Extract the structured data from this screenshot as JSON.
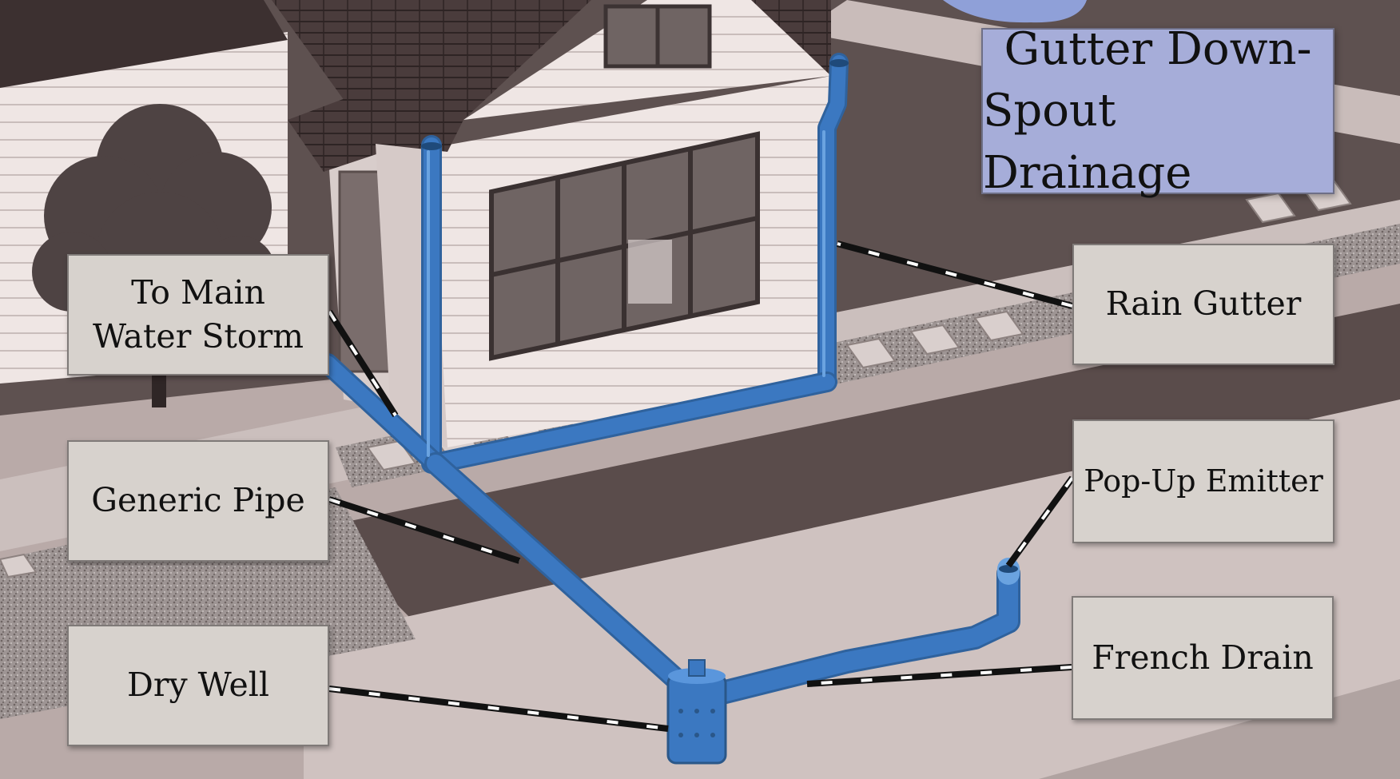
{
  "title": {
    "line1": "Gutter Down-",
    "line2": "Spout Drainage"
  },
  "labels": {
    "to_main_water_storm": {
      "line1": "To Main",
      "line2": "Water Storm"
    },
    "generic_pipe": "Generic Pipe",
    "dry_well": "Dry Well",
    "rain_gutter": "Rain Gutter",
    "pop_up_emitter": "Pop-Up Emitter",
    "french_drain": "French Drain"
  },
  "colors": {
    "pipe": "#3b78c1",
    "pipe_highlight": "#6aa3e0",
    "title_background": "#a6add9",
    "label_background": "#d7d2cd",
    "leader_line": "#111111"
  }
}
